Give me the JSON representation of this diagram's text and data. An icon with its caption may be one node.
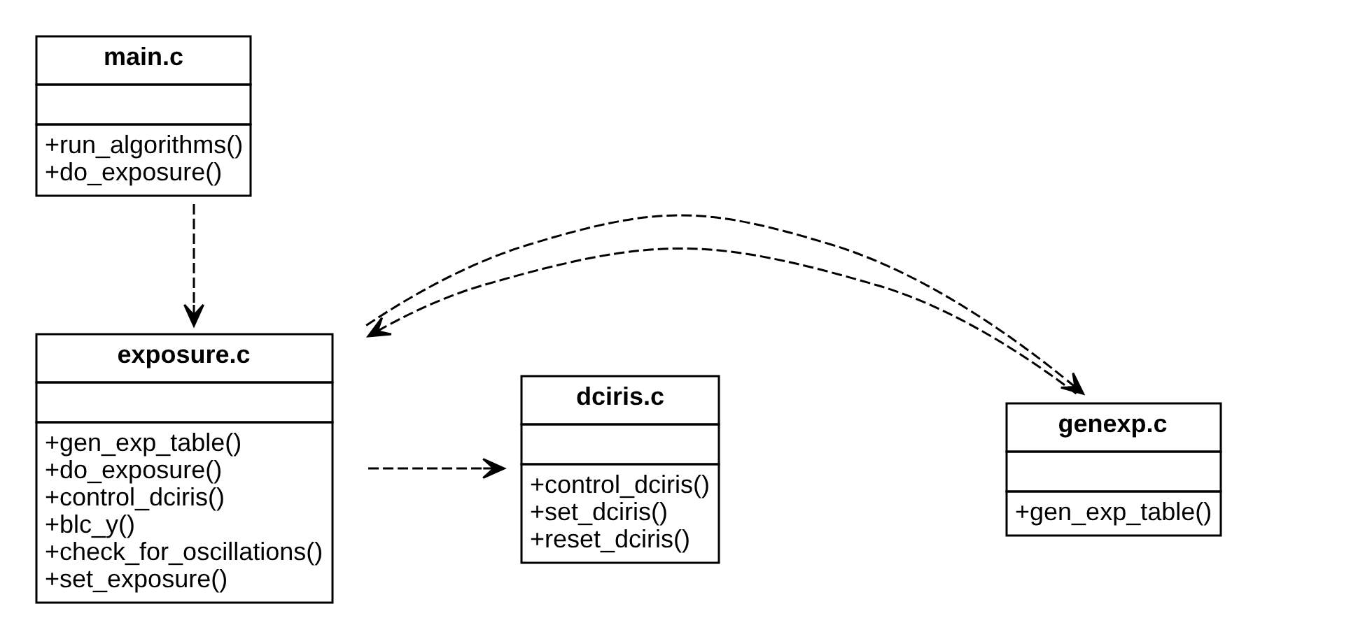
{
  "diagram": {
    "nodes": [
      {
        "text": [
          "main.c",
          "+run_algorithms()",
          "+do_exposure()"
        ]
      },
      {
        "text": [
          "genexp.c",
          "+gen_exp_table()"
        ]
      },
      {
        "text": [
          "exposure.c",
          "+gen_exp_table()",
          "+do_exposure()",
          "+control_dciris()",
          "+blc_y()",
          "+check_for_oscillations()",
          "+set_exposure()"
        ]
      },
      {
        "text": [
          "dciris.c",
          "+control_dciris()",
          "+set_dciris()",
          "+reset_dciris()"
        ]
      }
    ],
    "edges": [
      {
        "from": 0,
        "to": 2,
        "arrow": "to",
        "style": "dashed"
      },
      {
        "from": 1,
        "to": 2,
        "arrow": "to",
        "style": "dashed"
      },
      {
        "from": 2,
        "to": 1,
        "arrow": "to",
        "style": "dashed"
      },
      {
        "from": 2,
        "to": 3,
        "arrow": "to",
        "style": "dashed"
      }
    ]
  }
}
